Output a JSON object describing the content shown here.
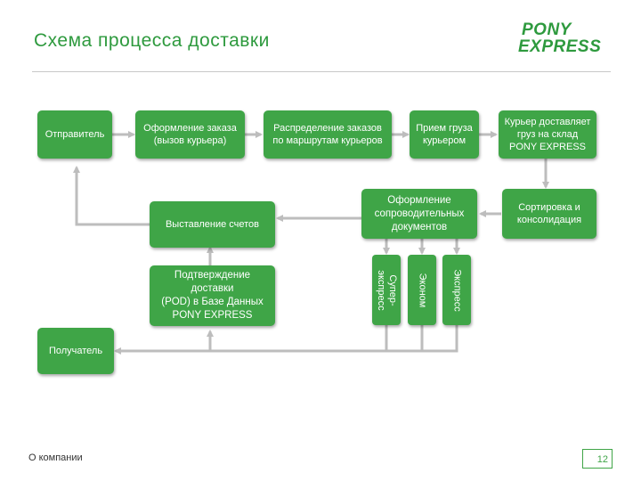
{
  "slide": {
    "title": "Схема процесса доставки",
    "logo_line1": "PONY",
    "logo_line2": "EXPRESS",
    "footer": "О компании",
    "page_number": "12"
  },
  "diagram": {
    "sender": "Отправитель",
    "order": "Оформление заказа\n(вызов курьера)",
    "distribution": "Распределение заказов\nпо маршрутам курьеров",
    "pickup": "Прием груза\nкурьером",
    "to_warehouse": "Курьер доставляет\nгруз на склад\nPONY EXPRESS",
    "sorting": "Сортировка и\nконсолидация",
    "documents": "Оформление\nсопроводительных\nдокументов",
    "invoicing": "Выставление счетов",
    "pod": "Подтверждение\nдоставки\n(POD) в Базе Данных\nPONY EXPRESS",
    "super_express": "Супер-\nэкспресс",
    "economy": "Эконом",
    "express": "Экспресс",
    "recipient": "Получатель",
    "colors": {
      "box": "#3fa547",
      "title": "#2e9a3e",
      "arrow": "#bdbdbd"
    }
  }
}
